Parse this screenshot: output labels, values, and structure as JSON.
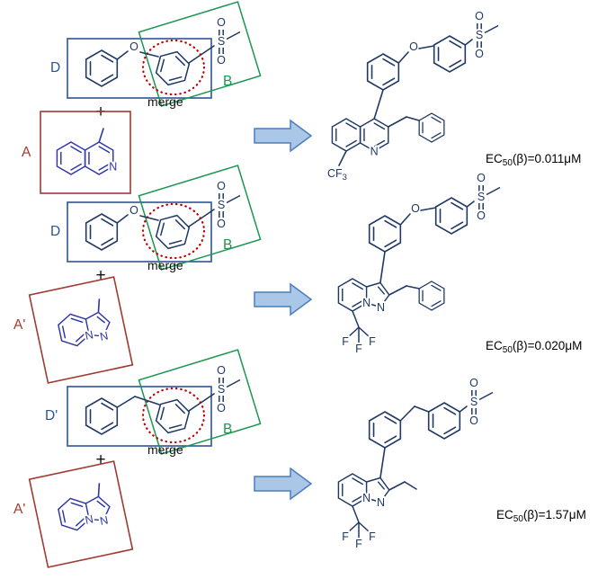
{
  "labels": {
    "merge": "merge",
    "plus": "+"
  },
  "atoms": {
    "O": "O",
    "S": "S",
    "N": "N",
    "F": "F",
    "CF": "CF",
    "sub3": "3"
  },
  "rows": [
    {
      "scaffold_label": "D",
      "fragment_label": "A",
      "overlap_label": "B",
      "ec50_prefix": "EC",
      "ec50_sub": "50",
      "ec50_rest": "(β)=0.011μM"
    },
    {
      "scaffold_label": "D",
      "fragment_label": "A'",
      "overlap_label": "B",
      "ec50_prefix": "EC",
      "ec50_sub": "50",
      "ec50_rest": "(β)=0.020μM"
    },
    {
      "scaffold_label": "D'",
      "fragment_label": "A'",
      "overlap_label": "B",
      "ec50_prefix": "EC",
      "ec50_sub": "50",
      "ec50_rest": "(β)=1.57μM"
    }
  ],
  "colors": {
    "structure_navy": "#1f3864",
    "structure_blue": "#2d35a8",
    "box_blue": "#2e5395",
    "box_red": "#9e3b32",
    "box_green": "#1a9850",
    "dotted_red": "#c00000",
    "arrow_fill": "#aac7e7",
    "arrow_border": "#4a7ebb"
  }
}
